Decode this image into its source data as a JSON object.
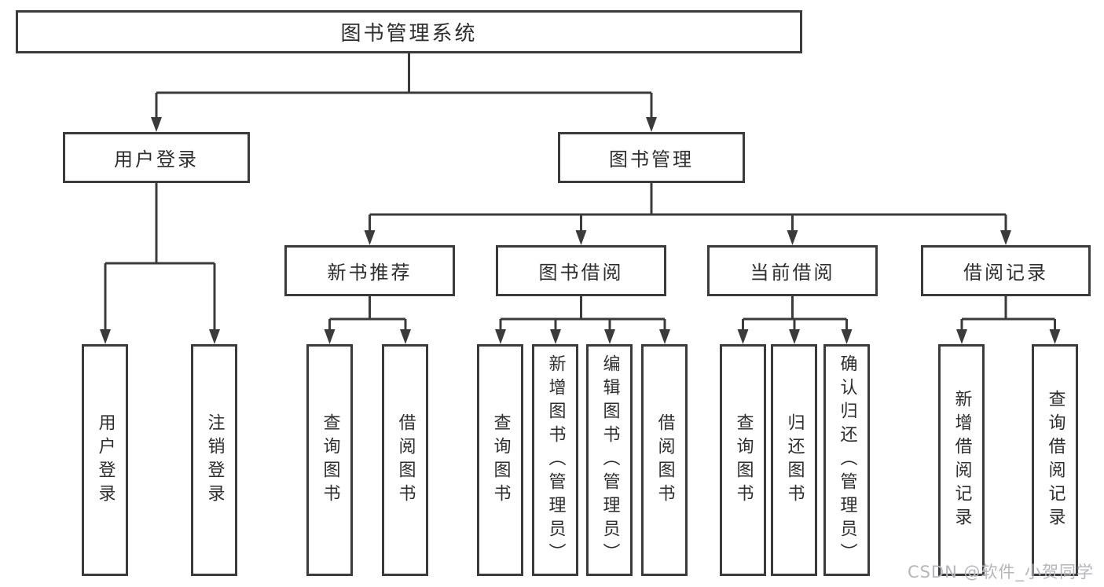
{
  "structure": {
    "root": {
      "label": "图书管理系统",
      "children": [
        {
          "label": "用户登录",
          "children": [
            {
              "label": "用户登录"
            },
            {
              "label": "注销登录"
            }
          ]
        },
        {
          "label": "图书管理",
          "children": [
            {
              "label": "新书推荐",
              "children": [
                {
                  "label": "查询图书"
                },
                {
                  "label": "借阅图书"
                }
              ]
            },
            {
              "label": "图书借阅",
              "children": [
                {
                  "label": "查询图书"
                },
                {
                  "label": "新增图书（管理员）"
                },
                {
                  "label": "编辑图书（管理员）"
                },
                {
                  "label": "借阅图书"
                }
              ]
            },
            {
              "label": "当前借阅",
              "children": [
                {
                  "label": "查询图书"
                },
                {
                  "label": "归还图书"
                },
                {
                  "label": "确认归还（管理员）"
                }
              ]
            },
            {
              "label": "借阅记录",
              "children": [
                {
                  "label": "新增借阅记录"
                },
                {
                  "label": "查询借阅记录"
                }
              ]
            }
          ]
        }
      ]
    }
  },
  "watermark": {
    "text": "CSDN @软件_小贺同学"
  },
  "colors": {
    "line": "#3b3b3b",
    "text": "#2e2e2e",
    "watermark": "#b3b6ba",
    "background": "#ffffff"
  }
}
